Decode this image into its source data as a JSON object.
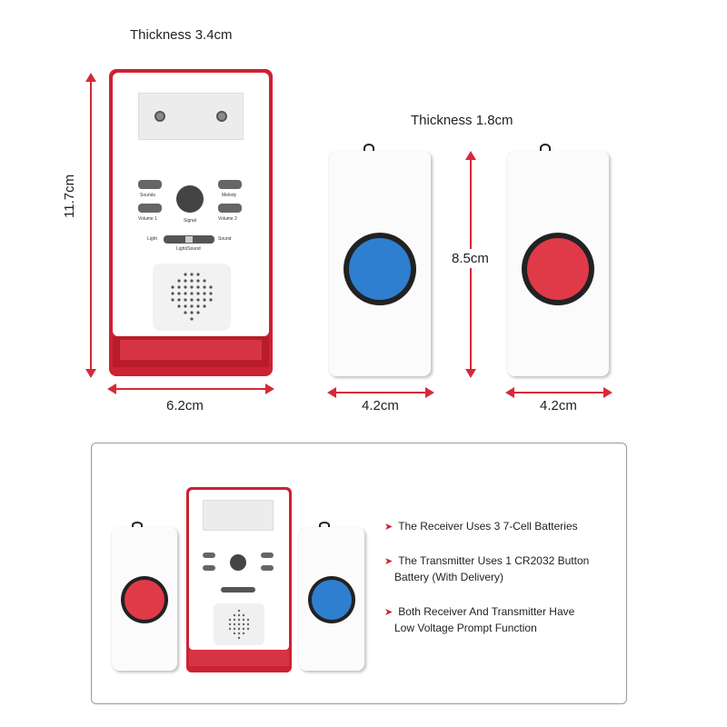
{
  "dimensions": {
    "receiver_thickness": "Thickness 3.4cm",
    "receiver_height": "11.7cm",
    "receiver_width": "6.2cm",
    "transmitter_thickness": "Thickness 1.8cm",
    "transmitter_height": "8.5cm",
    "transmitter_width_left": "4.2cm",
    "transmitter_width_right": "4.2cm"
  },
  "receiver_labels": {
    "sounds": "Sounds",
    "melody": "Melody",
    "volume1": "Volume 1",
    "signal": "Signal",
    "volume2": "Volume 2",
    "light": "Light",
    "sound": "Sound",
    "light_sound": "Light/Sound"
  },
  "colors": {
    "accent_red": "#cc2233",
    "button_blue": "#2e7fcf",
    "button_red": "#e03a48",
    "arrow_red": "#d62a3a"
  },
  "features": [
    "The Receiver Uses 3 7-Cell Batteries",
    "The Transmitter Uses 1 CR2032 Button",
    "Battery (With Delivery)",
    "Both Receiver And Transmitter Have",
    "Low Voltage Prompt Function"
  ]
}
